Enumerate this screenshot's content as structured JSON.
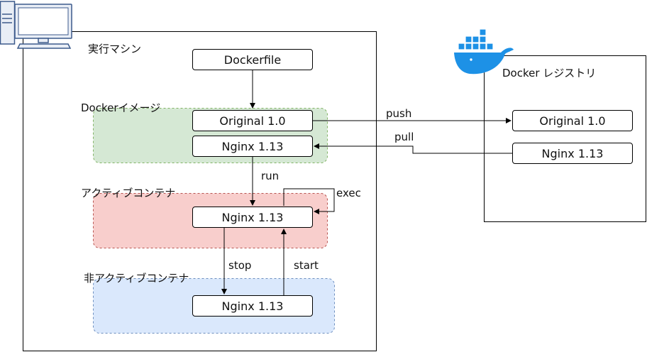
{
  "machine": {
    "label": "実行マシン"
  },
  "registry": {
    "label": "Docker レジストリ"
  },
  "groups": {
    "images": "Dockerイメージ",
    "active": "アクティブコンテナ",
    "inactive": "非アクティブコンテナ"
  },
  "boxes": {
    "dockerfile": "Dockerfile",
    "image_original": "Original 1.0",
    "image_nginx": "Nginx 1.13",
    "active_nginx": "Nginx 1.13",
    "inactive_nginx": "Nginx 1.13",
    "registry_original": "Original 1.0",
    "registry_nginx": "Nginx 1.13"
  },
  "edges": {
    "push": "push",
    "pull": "pull",
    "run": "run",
    "exec": "exec",
    "stop": "stop",
    "start": "start"
  },
  "icons": [
    "computer-icon",
    "docker-whale-icon"
  ],
  "colors": {
    "images_fill": "#d5e8d4",
    "images_border": "#82b366",
    "active_fill": "#f8cecc",
    "active_border": "#b85450",
    "inactive_fill": "#dae8fc",
    "inactive_border": "#6c8ebf",
    "docker_blue": "#1d91e6"
  }
}
